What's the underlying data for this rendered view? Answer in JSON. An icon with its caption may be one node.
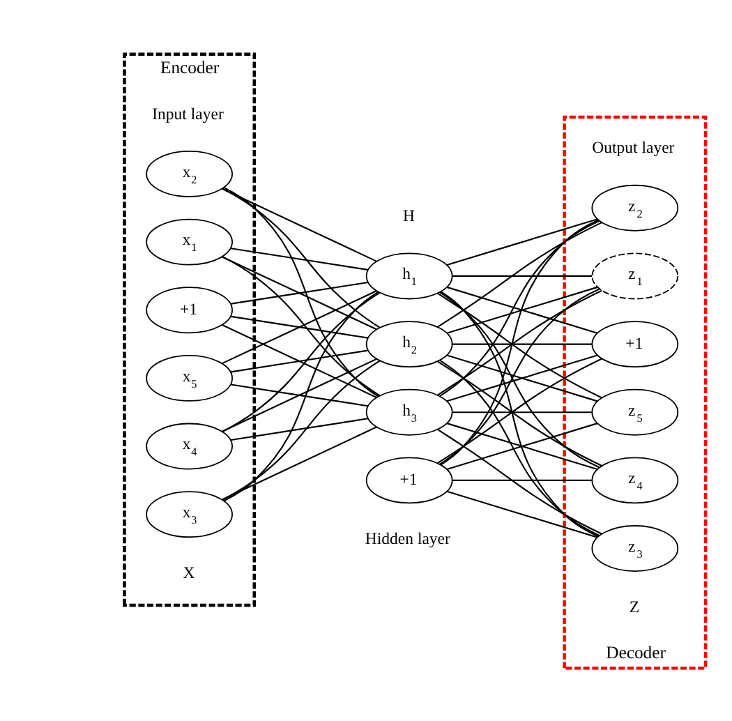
{
  "diagram": {
    "nodes": [
      {
        "text": [
          "Encoder"
        ]
      },
      {
        "text": [
          "Decoder"
        ]
      },
      {
        "text": [
          "x$_{1}$"
        ],
        "in": 0
      },
      {
        "text": [
          "x$_{2}$"
        ],
        "in": 0
      },
      {
        "text": [
          "x$_{3}$"
        ],
        "in": 0
      },
      {
        "text": [
          "x$_{4}$"
        ],
        "in": 0
      },
      {
        "text": [
          "x$_{5}$"
        ],
        "in": 0
      },
      {
        "text": [
          "+1"
        ],
        "in": 0
      },
      {
        "text": [
          "h$_{1}$"
        ]
      },
      {
        "text": [
          "h$_{2}$"
        ]
      },
      {
        "text": [
          "h$_{3}$"
        ]
      },
      {
        "text": [
          "+1"
        ]
      },
      {
        "text": [
          "z$_{1}$"
        ],
        "in": 1
      },
      {
        "text": [
          "z$_{2}$"
        ],
        "in": 1
      },
      {
        "text": [
          "z$_{3}$"
        ],
        "in": 1
      },
      {
        "text": [
          "z$_{4}$"
        ],
        "in": 1
      },
      {
        "text": [
          "z$_{5}$"
        ],
        "in": 1
      },
      {
        "text": [
          "+1"
        ],
        "in": 1
      }
    ],
    "edges": [
      {
        "from": 2,
        "to": 8,
        "arrow": "none"
      },
      {
        "from": 2,
        "to": 9,
        "arrow": "none"
      },
      {
        "from": 2,
        "to": 10,
        "arrow": "none"
      },
      {
        "from": 3,
        "to": 8,
        "arrow": "none"
      },
      {
        "from": 3,
        "to": 9,
        "arrow": "none"
      },
      {
        "from": 3,
        "to": 10,
        "arrow": "none"
      },
      {
        "from": 4,
        "to": 8,
        "arrow": "none"
      },
      {
        "from": 4,
        "to": 9,
        "arrow": "none"
      },
      {
        "from": 4,
        "to": 10,
        "arrow": "none"
      },
      {
        "from": 5,
        "to": 8,
        "arrow": "none"
      },
      {
        "from": 5,
        "to": 9,
        "arrow": "none"
      },
      {
        "from": 5,
        "to": 10,
        "arrow": "none"
      },
      {
        "from": 6,
        "to": 8,
        "arrow": "none"
      },
      {
        "from": 6,
        "to": 9,
        "arrow": "none"
      },
      {
        "from": 6,
        "to": 10,
        "arrow": "none"
      },
      {
        "from": 7,
        "to": 8,
        "arrow": "none"
      },
      {
        "from": 7,
        "to": 9,
        "arrow": "none"
      },
      {
        "from": 7,
        "to": 10,
        "arrow": "none"
      },
      {
        "from": 8,
        "to": 12,
        "arrow": "none"
      },
      {
        "from": 8,
        "to": 13,
        "arrow": "none"
      },
      {
        "from": 8,
        "to": 14,
        "arrow": "none"
      },
      {
        "from": 8,
        "to": 15,
        "arrow": "none"
      },
      {
        "from": 8,
        "to": 16,
        "arrow": "none"
      },
      {
        "from": 8,
        "to": 17,
        "arrow": "none"
      },
      {
        "from": 9,
        "to": 12,
        "arrow": "none"
      },
      {
        "from": 9,
        "to": 13,
        "arrow": "none"
      },
      {
        "from": 9,
        "to": 14,
        "arrow": "none"
      },
      {
        "from": 9,
        "to": 15,
        "arrow": "none"
      },
      {
        "from": 9,
        "to": 16,
        "arrow": "none"
      },
      {
        "from": 9,
        "to": 17,
        "arrow": "none"
      },
      {
        "from": 10,
        "to": 12,
        "arrow": "none"
      },
      {
        "from": 10,
        "to": 13,
        "arrow": "none"
      },
      {
        "from": 10,
        "to": 14,
        "arrow": "none"
      },
      {
        "from": 10,
        "to": 15,
        "arrow": "none"
      },
      {
        "from": 10,
        "to": 16,
        "arrow": "none"
      },
      {
        "from": 10,
        "to": 17,
        "arrow": "none"
      },
      {
        "from": 11,
        "to": 12,
        "arrow": "none"
      },
      {
        "from": 11,
        "to": 13,
        "arrow": "none"
      },
      {
        "from": 11,
        "to": 14,
        "arrow": "none"
      },
      {
        "from": 11,
        "to": 15,
        "arrow": "none"
      },
      {
        "from": 11,
        "to": 16,
        "arrow": "none"
      },
      {
        "from": 11,
        "to": 17,
        "arrow": "none"
      }
    ],
    "labels": [
      "X",
      "H",
      "Z",
      "Input layer",
      "Hidden layer",
      "Output layer"
    ]
  }
}
